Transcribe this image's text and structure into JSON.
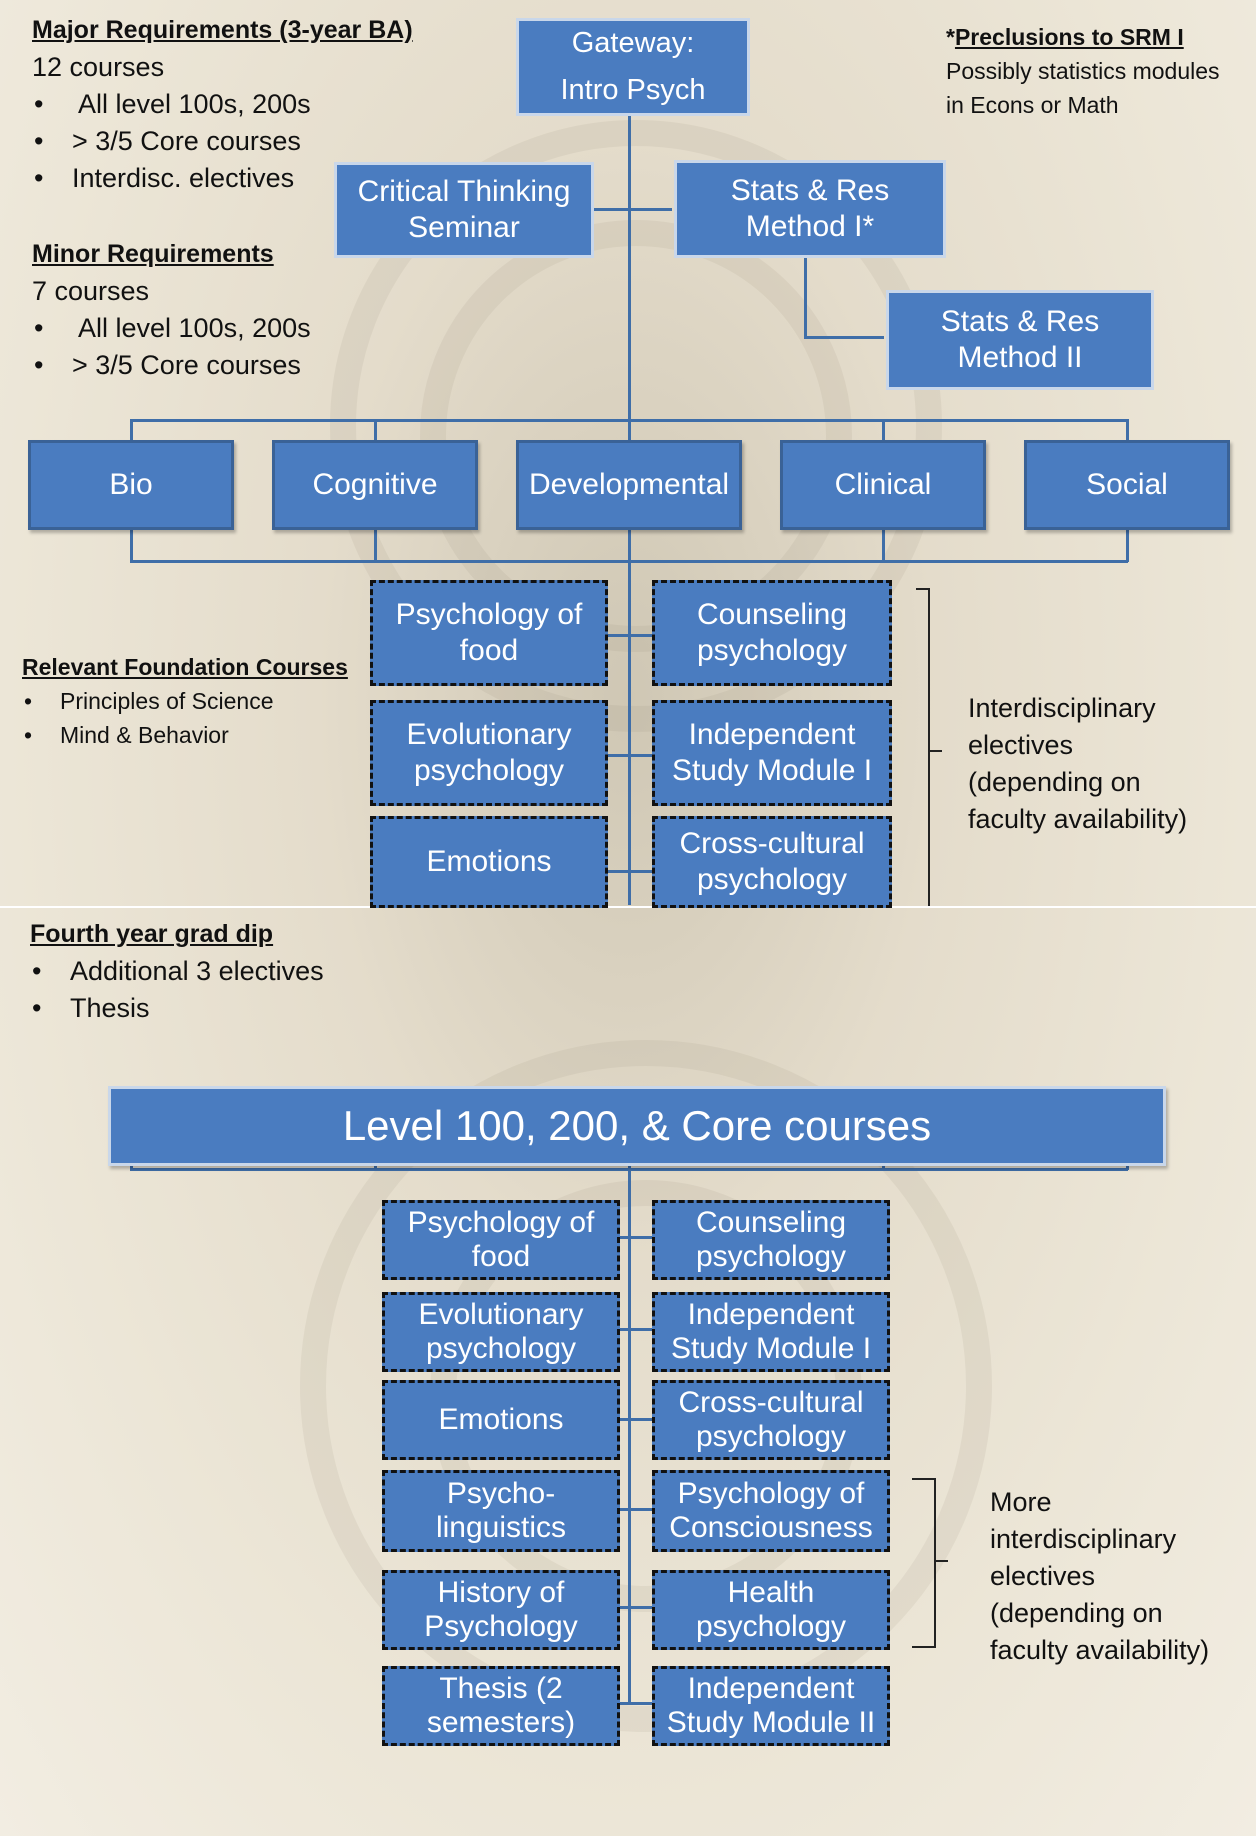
{
  "top": {
    "major": {
      "heading": "Major Requirements (3-year BA)",
      "count": "12 courses",
      "items": [
        "All level 100s, 200s",
        "> 3/5 Core courses",
        "Interdisc. electives"
      ]
    },
    "minor": {
      "heading": "Minor Requirements",
      "count": "7 courses",
      "items": [
        "All level 100s, 200s",
        "> 3/5 Core courses"
      ]
    },
    "gateway": {
      "line1": "Gateway:",
      "line2": "Intro Psych"
    },
    "critical_thinking": {
      "line1": "Critical Thinking",
      "line2": "Seminar"
    },
    "srm1": {
      "line1": "Stats & Res",
      "line2": "Method I*"
    },
    "srm2": {
      "line1": "Stats & Res",
      "line2": "Method II"
    },
    "preclusions": {
      "star": "*",
      "heading": "Preclusions to SRM I",
      "line1": "Possibly statistics modules",
      "line2": "in Econs or Math"
    },
    "core": [
      "Bio",
      "Cognitive",
      "Developmental",
      "Clinical",
      "Social"
    ],
    "electives": [
      {
        "line1": "Psychology of",
        "line2": "food"
      },
      {
        "line1": "Counseling",
        "line2": "psychology"
      },
      {
        "line1": "Evolutionary",
        "line2": "psychology"
      },
      {
        "line1": "Independent",
        "line2": "Study Module I"
      },
      {
        "line1": "Emotions"
      },
      {
        "line1": "Cross-cultural",
        "line2": "psychology"
      }
    ],
    "foundation": {
      "heading": "Relevant Foundation Courses",
      "items": [
        "Principles of Science",
        "Mind & Behavior"
      ]
    },
    "interdisc_note": [
      "Interdisciplinary",
      "electives",
      "(depending on",
      "faculty availability)"
    ]
  },
  "bottom": {
    "fourth_year": {
      "heading": "Fourth year grad dip",
      "items": [
        "Additional 3 electives",
        "Thesis"
      ]
    },
    "banner": "Level 100, 200, & Core courses",
    "left": [
      {
        "line1": "Psychology of",
        "line2": "food"
      },
      {
        "line1": "Evolutionary",
        "line2": "psychology"
      },
      {
        "line1": "Emotions"
      },
      {
        "line1": "Psycho-",
        "line2": "linguistics"
      },
      {
        "line1": "History of",
        "line2": "Psychology"
      },
      {
        "line1": "Thesis (2",
        "line2": "semesters)"
      }
    ],
    "right": [
      {
        "line1": "Counseling",
        "line2": "psychology"
      },
      {
        "line1": "Independent",
        "line2": "Study Module I"
      },
      {
        "line1": "Cross-cultural",
        "line2": "psychology"
      },
      {
        "line1": "Psychology of",
        "line2": "Consciousness"
      },
      {
        "line1": "Health",
        "line2": "psychology"
      },
      {
        "line1": "Independent",
        "line2": "Study Module II"
      }
    ],
    "more_note": [
      "More",
      "interdisciplinary",
      "electives",
      "(depending on",
      "faculty availability)"
    ]
  },
  "colors": {
    "box_fill": "#4a7cc0",
    "connector": "#3f6ea8",
    "dashed_border": "#111111"
  }
}
